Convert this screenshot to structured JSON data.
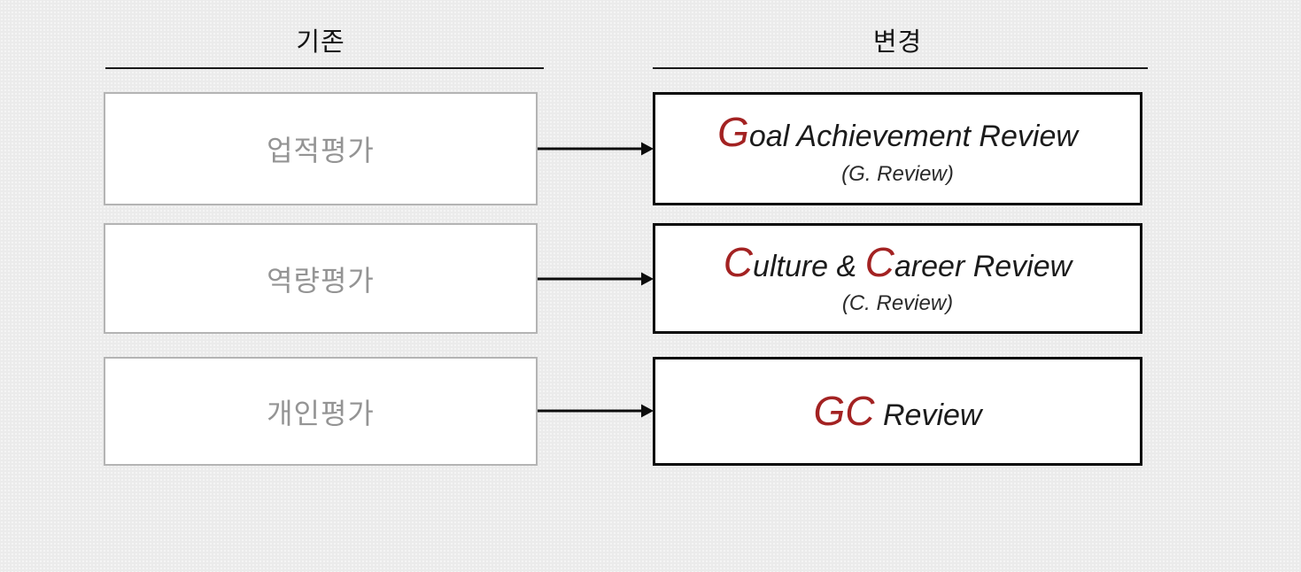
{
  "page": {
    "background_color": "#EBEBEB",
    "box_fill": "#FFFFFF",
    "old_box_border_color": "#B4B4B4",
    "old_box_text_color": "#949494",
    "new_box_border_color": "#0A0A0A",
    "new_box_text_color": "#1B1B1B",
    "accent_color": "#A32222",
    "arrow_color": "#0D0D0D"
  },
  "headers": {
    "old": "기존",
    "new": "변경"
  },
  "rows": [
    {
      "old_label": "업적평가",
      "new_parts": [
        {
          "text": "G",
          "accent": true
        },
        {
          "text": "oal Achievement Review",
          "accent": false
        }
      ],
      "new_sub": "(G. Review)"
    },
    {
      "old_label": "역량평가",
      "new_parts": [
        {
          "text": "C",
          "accent": true
        },
        {
          "text": "ulture & ",
          "accent": false
        },
        {
          "text": "C",
          "accent": true
        },
        {
          "text": "areer Review",
          "accent": false
        }
      ],
      "new_sub": "(C. Review)"
    },
    {
      "old_label": "개인평가",
      "new_parts": [
        {
          "text": "GC",
          "accent": true
        },
        {
          "text": " Review",
          "accent": false
        }
      ],
      "new_sub": ""
    }
  ]
}
